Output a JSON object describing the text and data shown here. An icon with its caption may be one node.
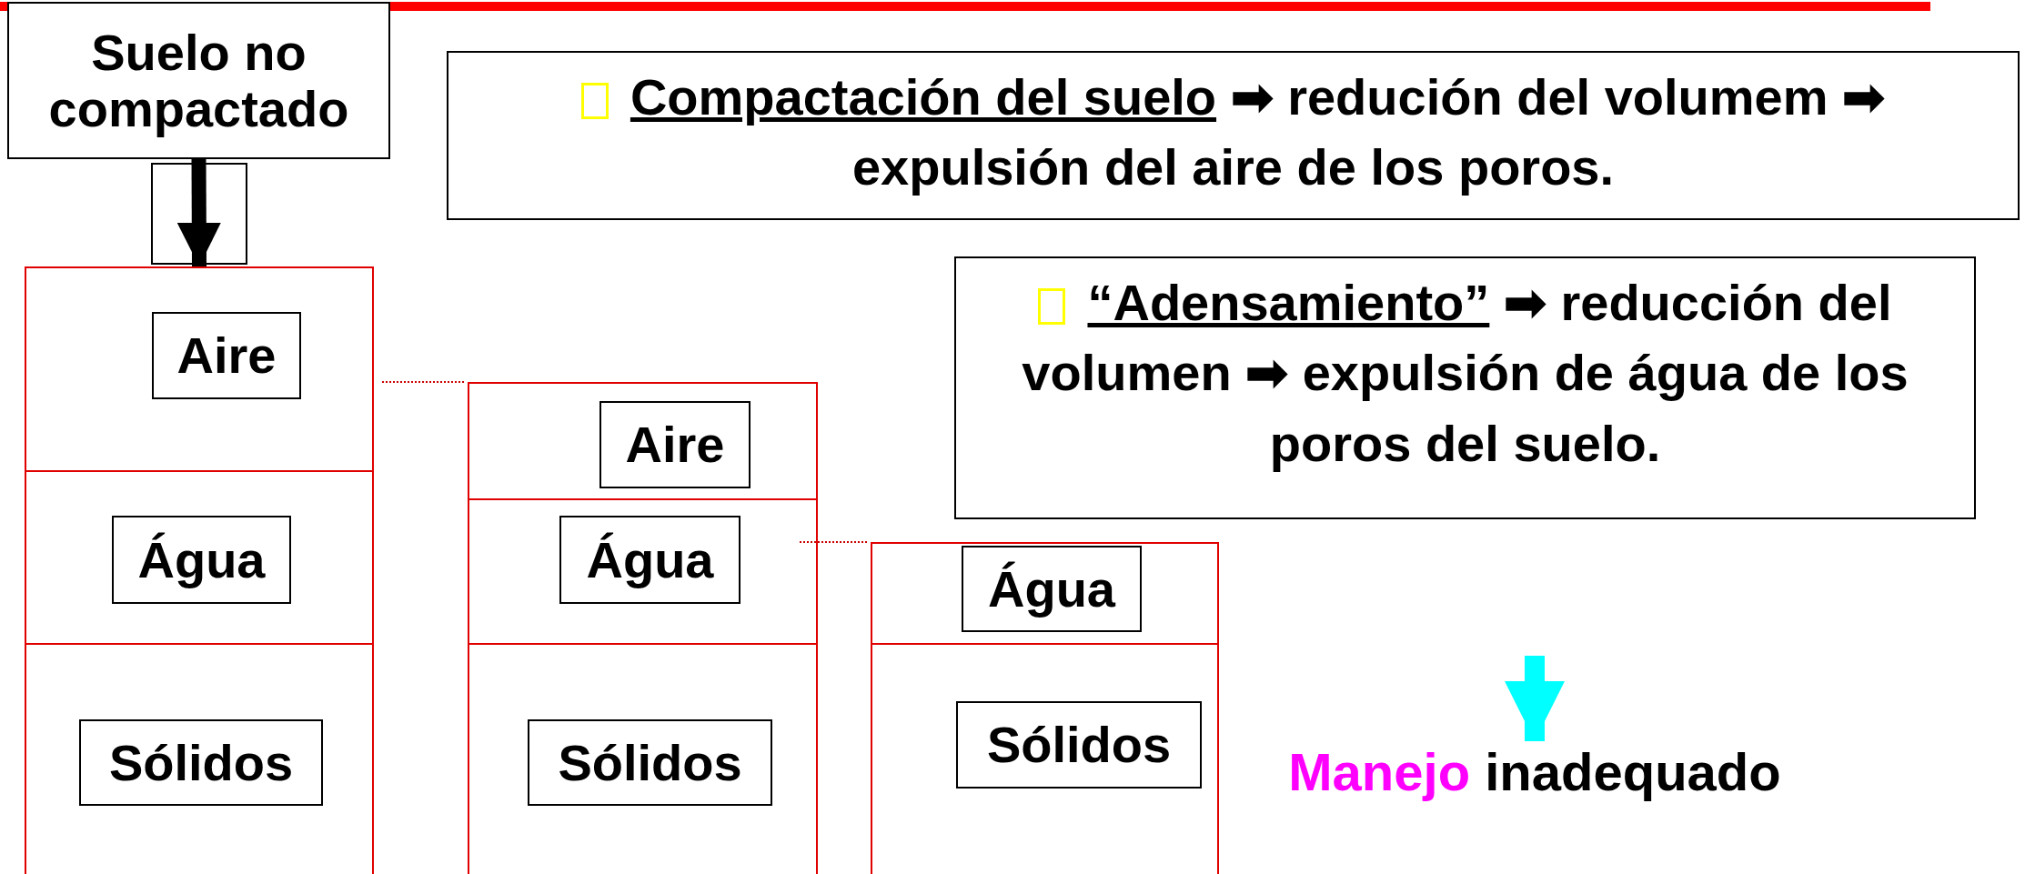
{
  "diagram": {
    "nodes": [
      {
        "text": [
          "Suelo no compactado"
        ]
      },
      {
        "text": [
          "Compactación del suelo",
          "➡ redución del volumem ➡ expulsión del aire de los poros."
        ]
      },
      {
        "text": [],
        "shape": "box"
      },
      {
        "text": [
          "Aire"
        ],
        "in": 2
      },
      {
        "text": [
          "Água"
        ],
        "in": 2
      },
      {
        "text": [
          "Sólidos"
        ],
        "in": 2
      },
      {
        "text": [
          "“Adensamiento”",
          "➡ reducción del volumen ➡ expulsión de água de los poros del suelo."
        ]
      },
      {
        "text": [],
        "shape": "box"
      },
      {
        "text": [
          "Aire"
        ],
        "in": 7
      },
      {
        "text": [
          "Água"
        ],
        "in": 7
      },
      {
        "text": [
          "Sólidos"
        ],
        "in": 7
      },
      {
        "text": [],
        "shape": "box"
      },
      {
        "text": [
          "Água"
        ],
        "in": 11
      },
      {
        "text": [
          "Sólidos"
        ],
        "in": 11
      },
      {
        "text": [
          "Manejo",
          "inadequado"
        ]
      }
    ],
    "edges": [
      {
        "from": 0,
        "to": 2,
        "arrow": "to"
      },
      {
        "from": null,
        "to": 14,
        "arrow": "to",
        "color": "#00ffff"
      }
    ]
  }
}
